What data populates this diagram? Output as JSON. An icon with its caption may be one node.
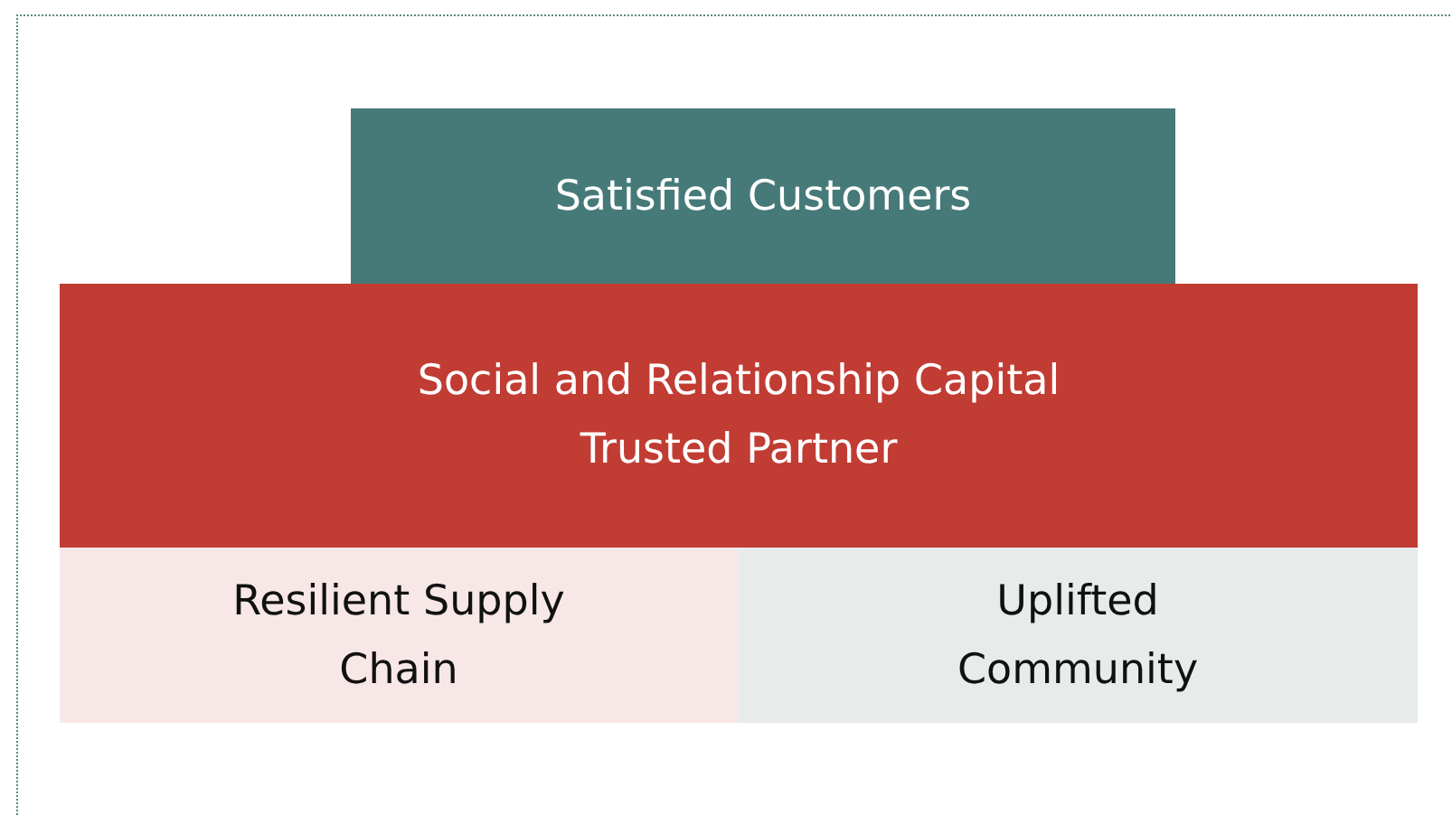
{
  "diagram": {
    "nodes": [
      {
        "text": [
          "Satisfied Customers"
        ]
      },
      {
        "text": [
          "Social and Relationship Capital",
          "Trusted Partner"
        ]
      },
      {
        "text": [
          "Resilient Supply Chain"
        ]
      },
      {
        "text": [
          "Uplifted Community"
        ]
      }
    ]
  }
}
